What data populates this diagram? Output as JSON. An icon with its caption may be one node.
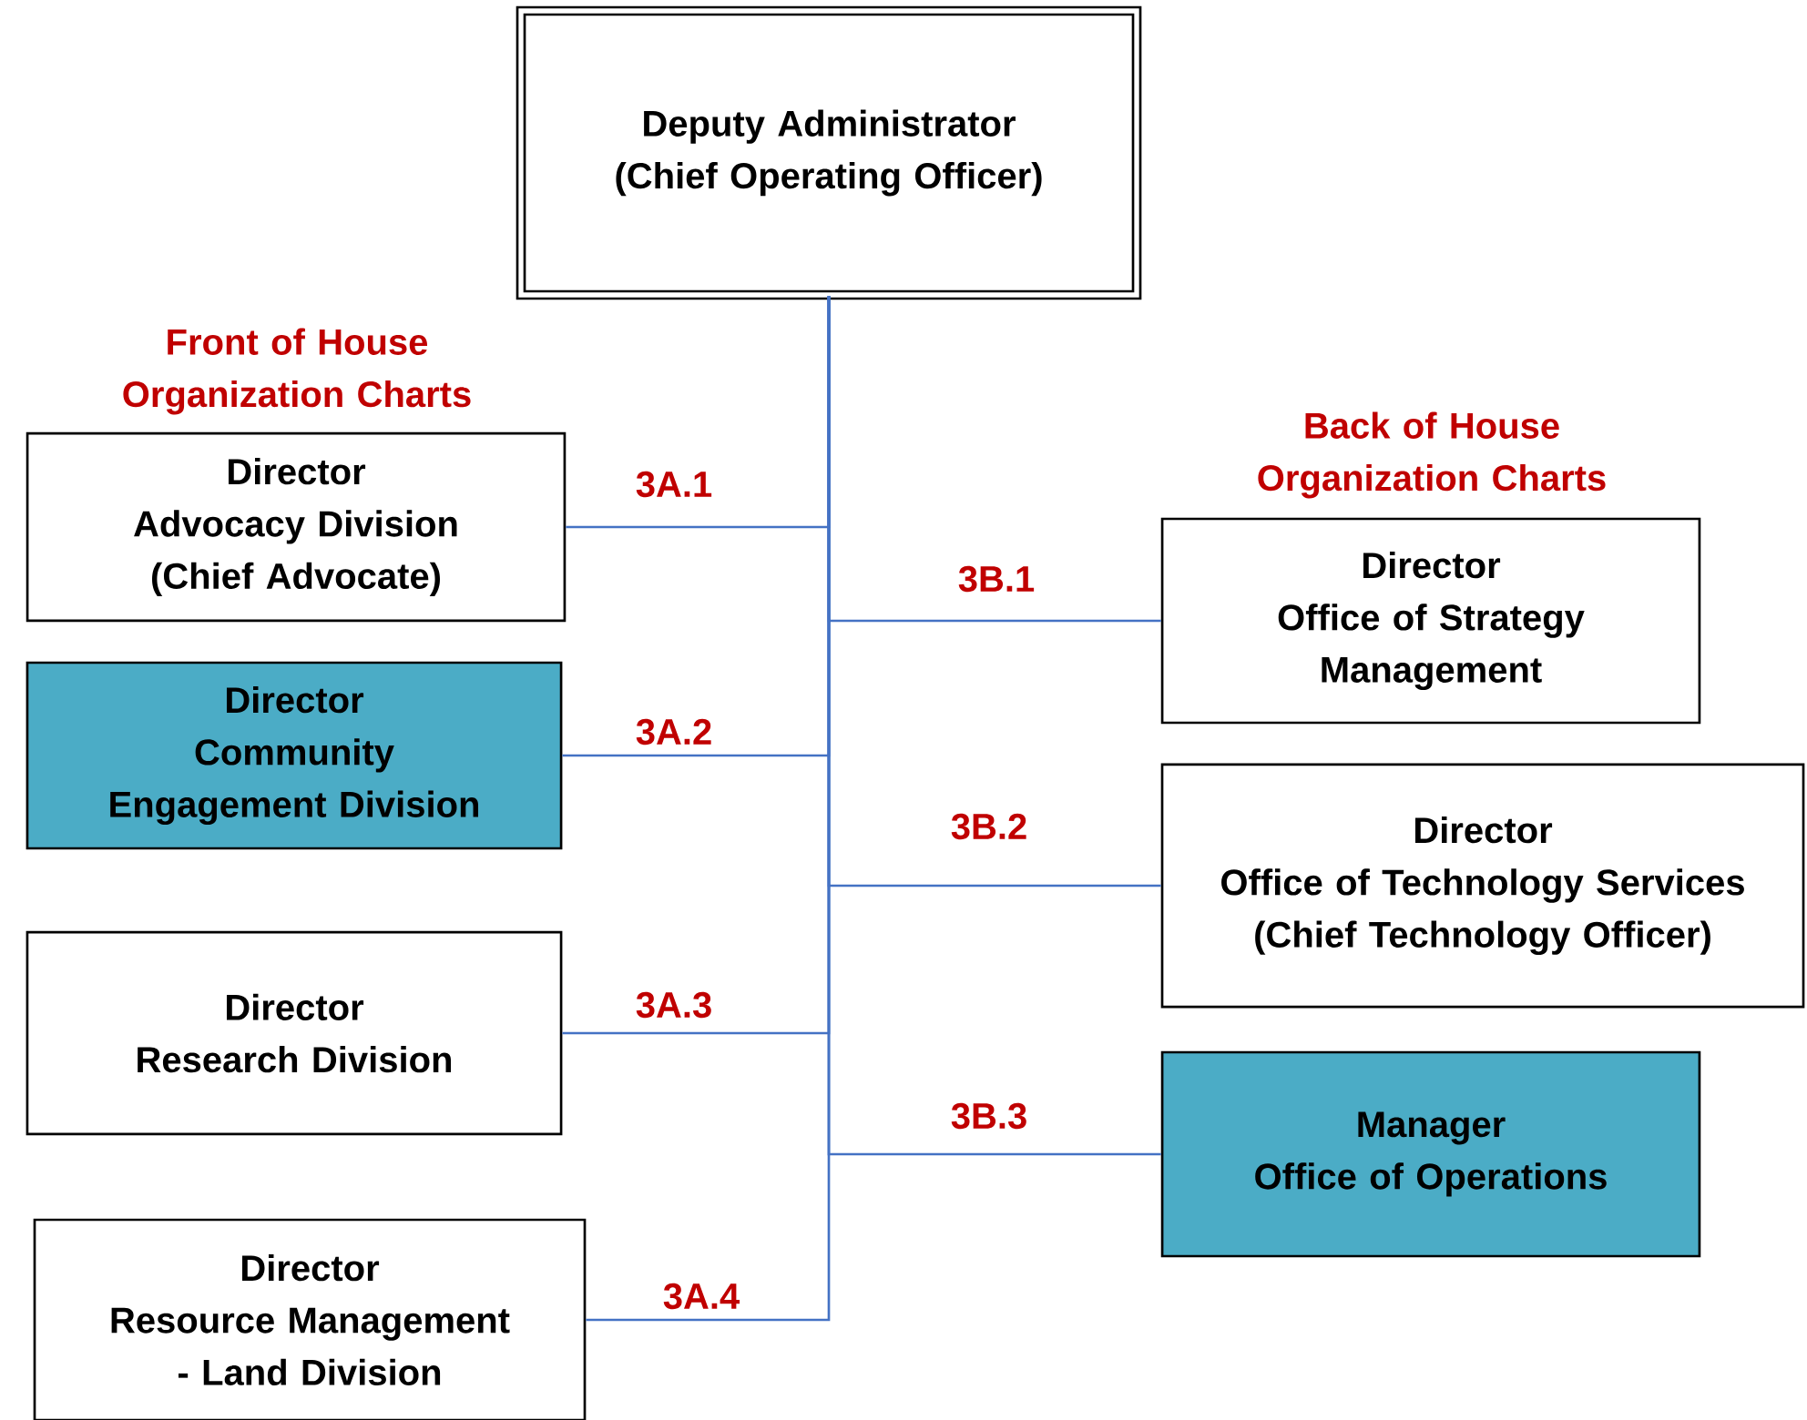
{
  "diagram": {
    "nodes": [
      {
        "text": [
          "Deputy Administrator",
          "(Chief Operating Officer)"
        ]
      },
      {
        "text": [
          "Director",
          "Advocacy Division (Chief Advocate)"
        ]
      },
      {
        "text": [
          "Director",
          "Community Engagement Division"
        ]
      },
      {
        "text": [
          "Director",
          "Research Division"
        ]
      },
      {
        "text": [
          "Director",
          "Resource Management - Land Division"
        ]
      },
      {
        "text": [
          "Director",
          "Office of Strategy Management"
        ]
      },
      {
        "text": [
          "Director",
          "Office of Technology Services",
          "(Chief Technology Officer)"
        ]
      },
      {
        "text": [
          "Manager",
          "Office of Operations"
        ]
      }
    ],
    "edges": [
      {
        "from": 0,
        "to": 1,
        "arrow": "none",
        "label": "3A.1"
      },
      {
        "from": 0,
        "to": 2,
        "arrow": "none",
        "label": "3A.2"
      },
      {
        "from": 0,
        "to": 3,
        "arrow": "none",
        "label": "3A.3"
      },
      {
        "from": 0,
        "to": 4,
        "arrow": "none",
        "label": "3A.4"
      },
      {
        "from": 0,
        "to": 5,
        "arrow": "none",
        "label": "3B.1"
      },
      {
        "from": 0,
        "to": 6,
        "arrow": "none",
        "label": "3B.2"
      },
      {
        "from": 0,
        "to": 7,
        "arrow": "none",
        "label": "3B.3"
      }
    ],
    "labels": [
      "Front of House Organization Charts",
      "Back of House Organization Charts"
    ]
  }
}
